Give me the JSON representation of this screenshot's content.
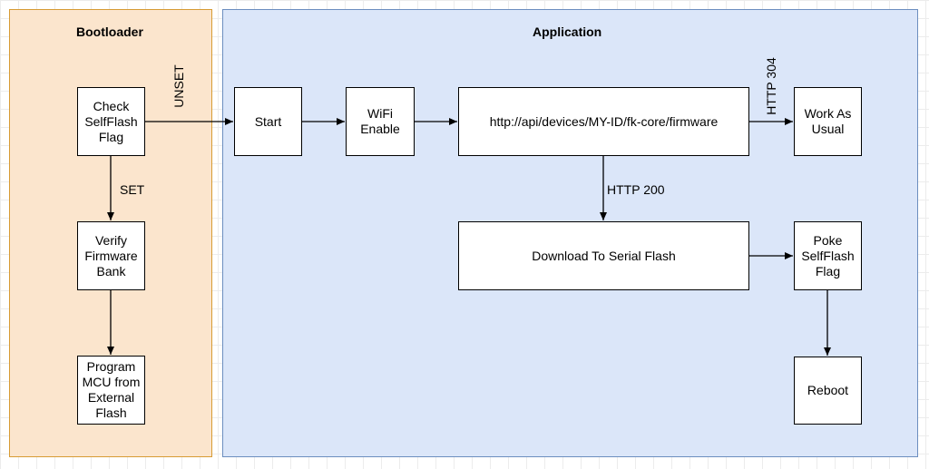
{
  "containers": {
    "bootloader": "Bootloader",
    "application": "Application"
  },
  "nodes": {
    "check_selfflash": "Check\nSelfFlash\nFlag",
    "verify_firmware": "Verify\nFirmware\nBank",
    "program_mcu": "Program\nMCU from\nExternal\nFlash",
    "start": "Start",
    "wifi_enable": "WiFi\nEnable",
    "firmware_url": "http://api/devices/MY-ID/fk-core/firmware",
    "work_as_usual": "Work As\nUsual",
    "download_serial": "Download To Serial Flash",
    "poke_selfflash": "Poke\nSelfFlash\nFlag",
    "reboot": "Reboot"
  },
  "edge_labels": {
    "unset": "UNSET",
    "set": "SET",
    "http_304": "HTTP 304",
    "http_200": "HTTP 200"
  },
  "colors": {
    "bootloader_fill": "#fbe5cd",
    "bootloader_stroke": "#d79b34",
    "application_fill": "#dbe6f9",
    "application_stroke": "#6c8ebf"
  }
}
